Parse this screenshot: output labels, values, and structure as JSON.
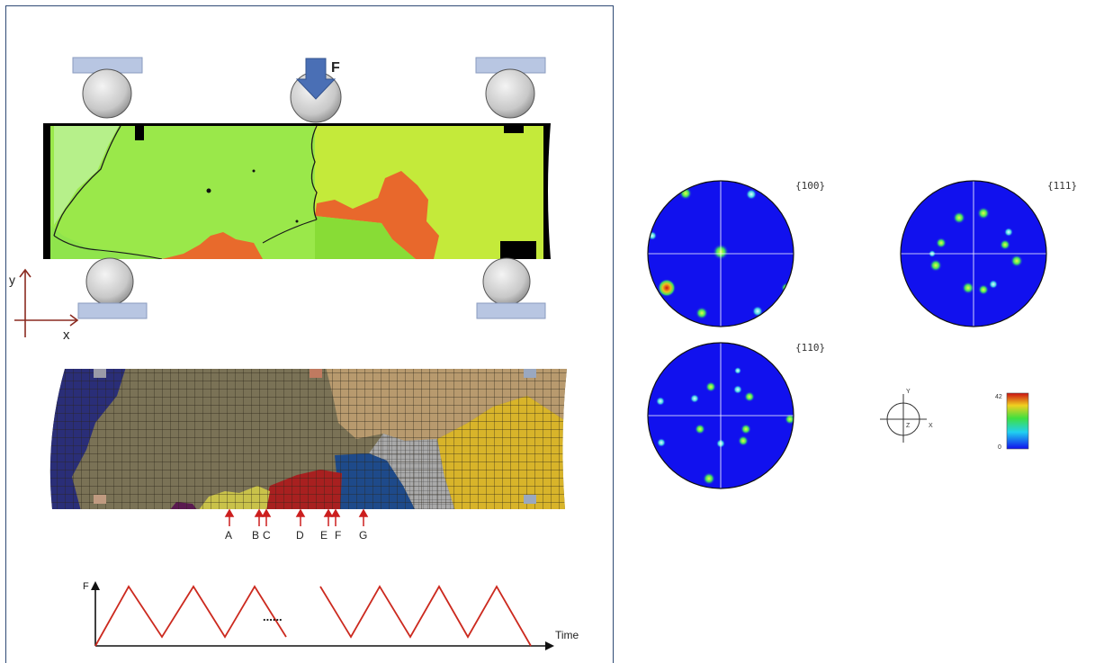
{
  "load": {
    "force_label": "F"
  },
  "axes": {
    "y": "y",
    "x": "x"
  },
  "mesh": {
    "marker_labels": [
      "A",
      "B",
      "C",
      "D",
      "E",
      "F",
      "G"
    ]
  },
  "load_history": {
    "f_label": "F",
    "time_label": "Time",
    "ellipsis": "......"
  },
  "pole_figures": {
    "labels": [
      "{100}",
      "{111}",
      "{110}"
    ],
    "legend": {
      "max": "42",
      "min": "0"
    },
    "sample_axes": {
      "y": "Y",
      "z": "Z",
      "x": "X"
    }
  },
  "colors": {
    "frame": "#2f4a75",
    "pole_background": "#1111ee",
    "marker_arrow": "#cc1f1f",
    "load_curve": "#cc2a1f",
    "force_arrow": "#4a6fb5",
    "support_plate": "#b8c6e2"
  }
}
